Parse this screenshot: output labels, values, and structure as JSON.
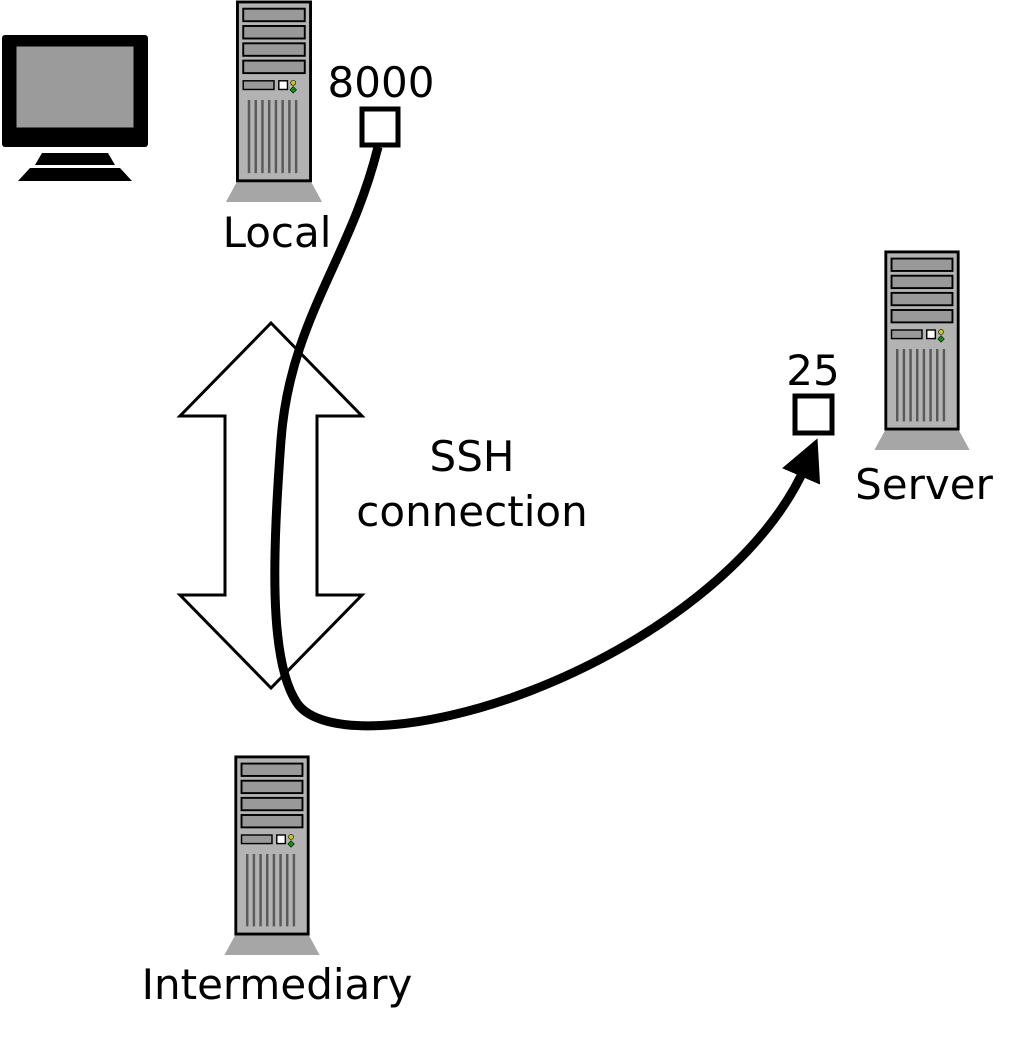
{
  "diagram": {
    "nodes": {
      "local": {
        "label": "Local",
        "port_label": "8000"
      },
      "intermediary": {
        "label": "Intermediary"
      },
      "server": {
        "label": "Server",
        "port_label": "25"
      }
    },
    "ssh_arrow": {
      "label_line1": "SSH",
      "label_line2": "connection"
    },
    "icons": {
      "monitor": "crt-monitor-icon",
      "local_machine": "computer-tower-icon",
      "intermediary_machine": "computer-tower-icon",
      "server_machine": "computer-tower-icon",
      "direction": "double-headed-arrow",
      "tunnel": "curved-arrow"
    },
    "colors": {
      "background": "#ffffff",
      "outline": "#000000",
      "tower_body": "#b3b3b3",
      "tower_bay": "#999999",
      "tower_base": "#a6a6a6",
      "monitor_screen": "#9b9b9b",
      "port_box_fill": "#ffffff",
      "led_green": "#009900",
      "led_yellow": "#cccc00",
      "connection_stroke": "#000000",
      "text": "#000000"
    }
  }
}
